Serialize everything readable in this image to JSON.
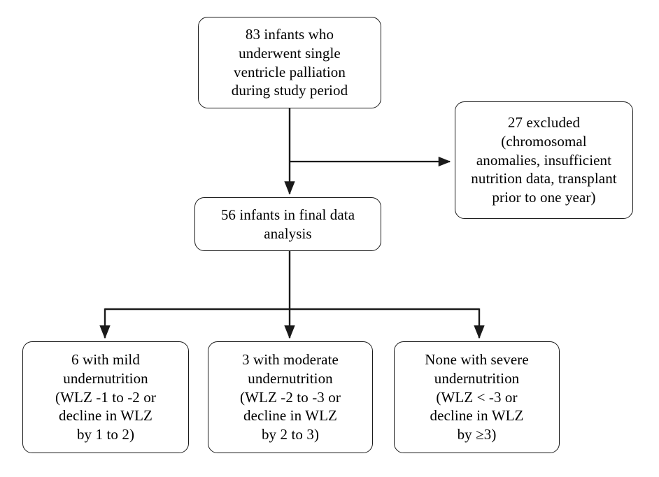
{
  "diagram": {
    "title": "Study population flow diagram",
    "background_color": "#ffffff",
    "line_color": "#1a1a1a",
    "text_color": "#000000",
    "nodes": {
      "top": {
        "id": "enrolled",
        "text": "83 infants who\nunderwent single\nventricle palliation\nduring study period",
        "count": 83
      },
      "excluded": {
        "id": "excluded",
        "text": "27 excluded\n(chromosomal\nanomalies, insufficient\nnutrition data, transplant\nprior to one year)",
        "count": 27
      },
      "final": {
        "id": "final-analysis",
        "text": "56 infants in final data\nanalysis",
        "count": 56
      },
      "mild": {
        "id": "mild-undernutrition",
        "text": "6 with mild\nundernutrition\n(WLZ -1 to -2 or\ndecline in WLZ\nby 1 to 2)",
        "count": 6
      },
      "moderate": {
        "id": "moderate-undernutrition",
        "text": "3 with moderate\nundernutrition\n(WLZ -2 to -3 or\ndecline in WLZ\nby 2 to 3)",
        "count": 3
      },
      "severe": {
        "id": "severe-undernutrition",
        "text": "None with severe\nundernutrition\n(WLZ < -3 or\ndecline in WLZ\nby ≥3)",
        "count": 0
      }
    },
    "edges": [
      {
        "from": "top",
        "to": "final",
        "style": "straight-down-arrow"
      },
      {
        "from": "top",
        "to": "excluded",
        "style": "branch-right-arrow"
      },
      {
        "from": "final",
        "to": "mild",
        "style": "split-down-arrow"
      },
      {
        "from": "final",
        "to": "moderate",
        "style": "split-down-arrow"
      },
      {
        "from": "final",
        "to": "severe",
        "style": "split-down-arrow"
      }
    ]
  }
}
